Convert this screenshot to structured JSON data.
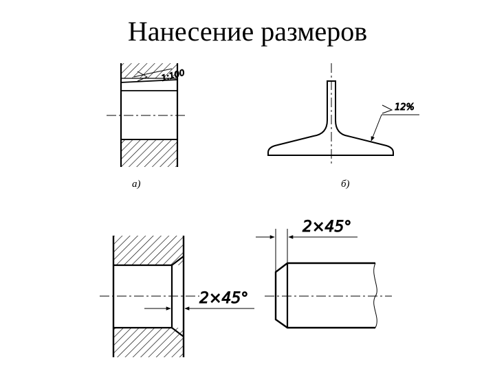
{
  "title": "Нанесение размеров",
  "figures": {
    "a": {
      "label": "а)",
      "annotation": "1:100"
    },
    "b": {
      "label": "б)",
      "annotation": "12%"
    },
    "hole_chamfer": {
      "annotation": "2×45°"
    },
    "shaft_chamfer": {
      "annotation": "2×45°"
    }
  },
  "colors": {
    "line": "#000000",
    "background": "#ffffff"
  }
}
